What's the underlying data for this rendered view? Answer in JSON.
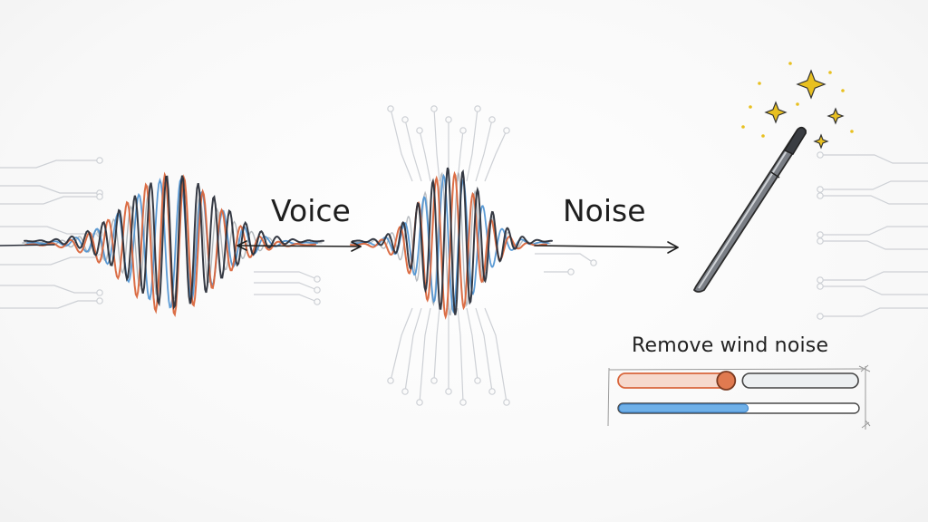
{
  "labels": {
    "voice": "Voice",
    "noise": "Noise"
  },
  "control": {
    "title": "Remove wind noise",
    "slider_level": 0.45,
    "progress_level": 0.54
  },
  "colors": {
    "ink": "#2b2f3a",
    "orange": "#d9663c",
    "blue": "#4a90d0",
    "gray": "#9aa0a6",
    "circuit": "#c9ccd1",
    "sparkle": "#e8c020"
  },
  "icons": {
    "wand": "magic-wand-icon",
    "sparkles": "sparkle-icon"
  }
}
